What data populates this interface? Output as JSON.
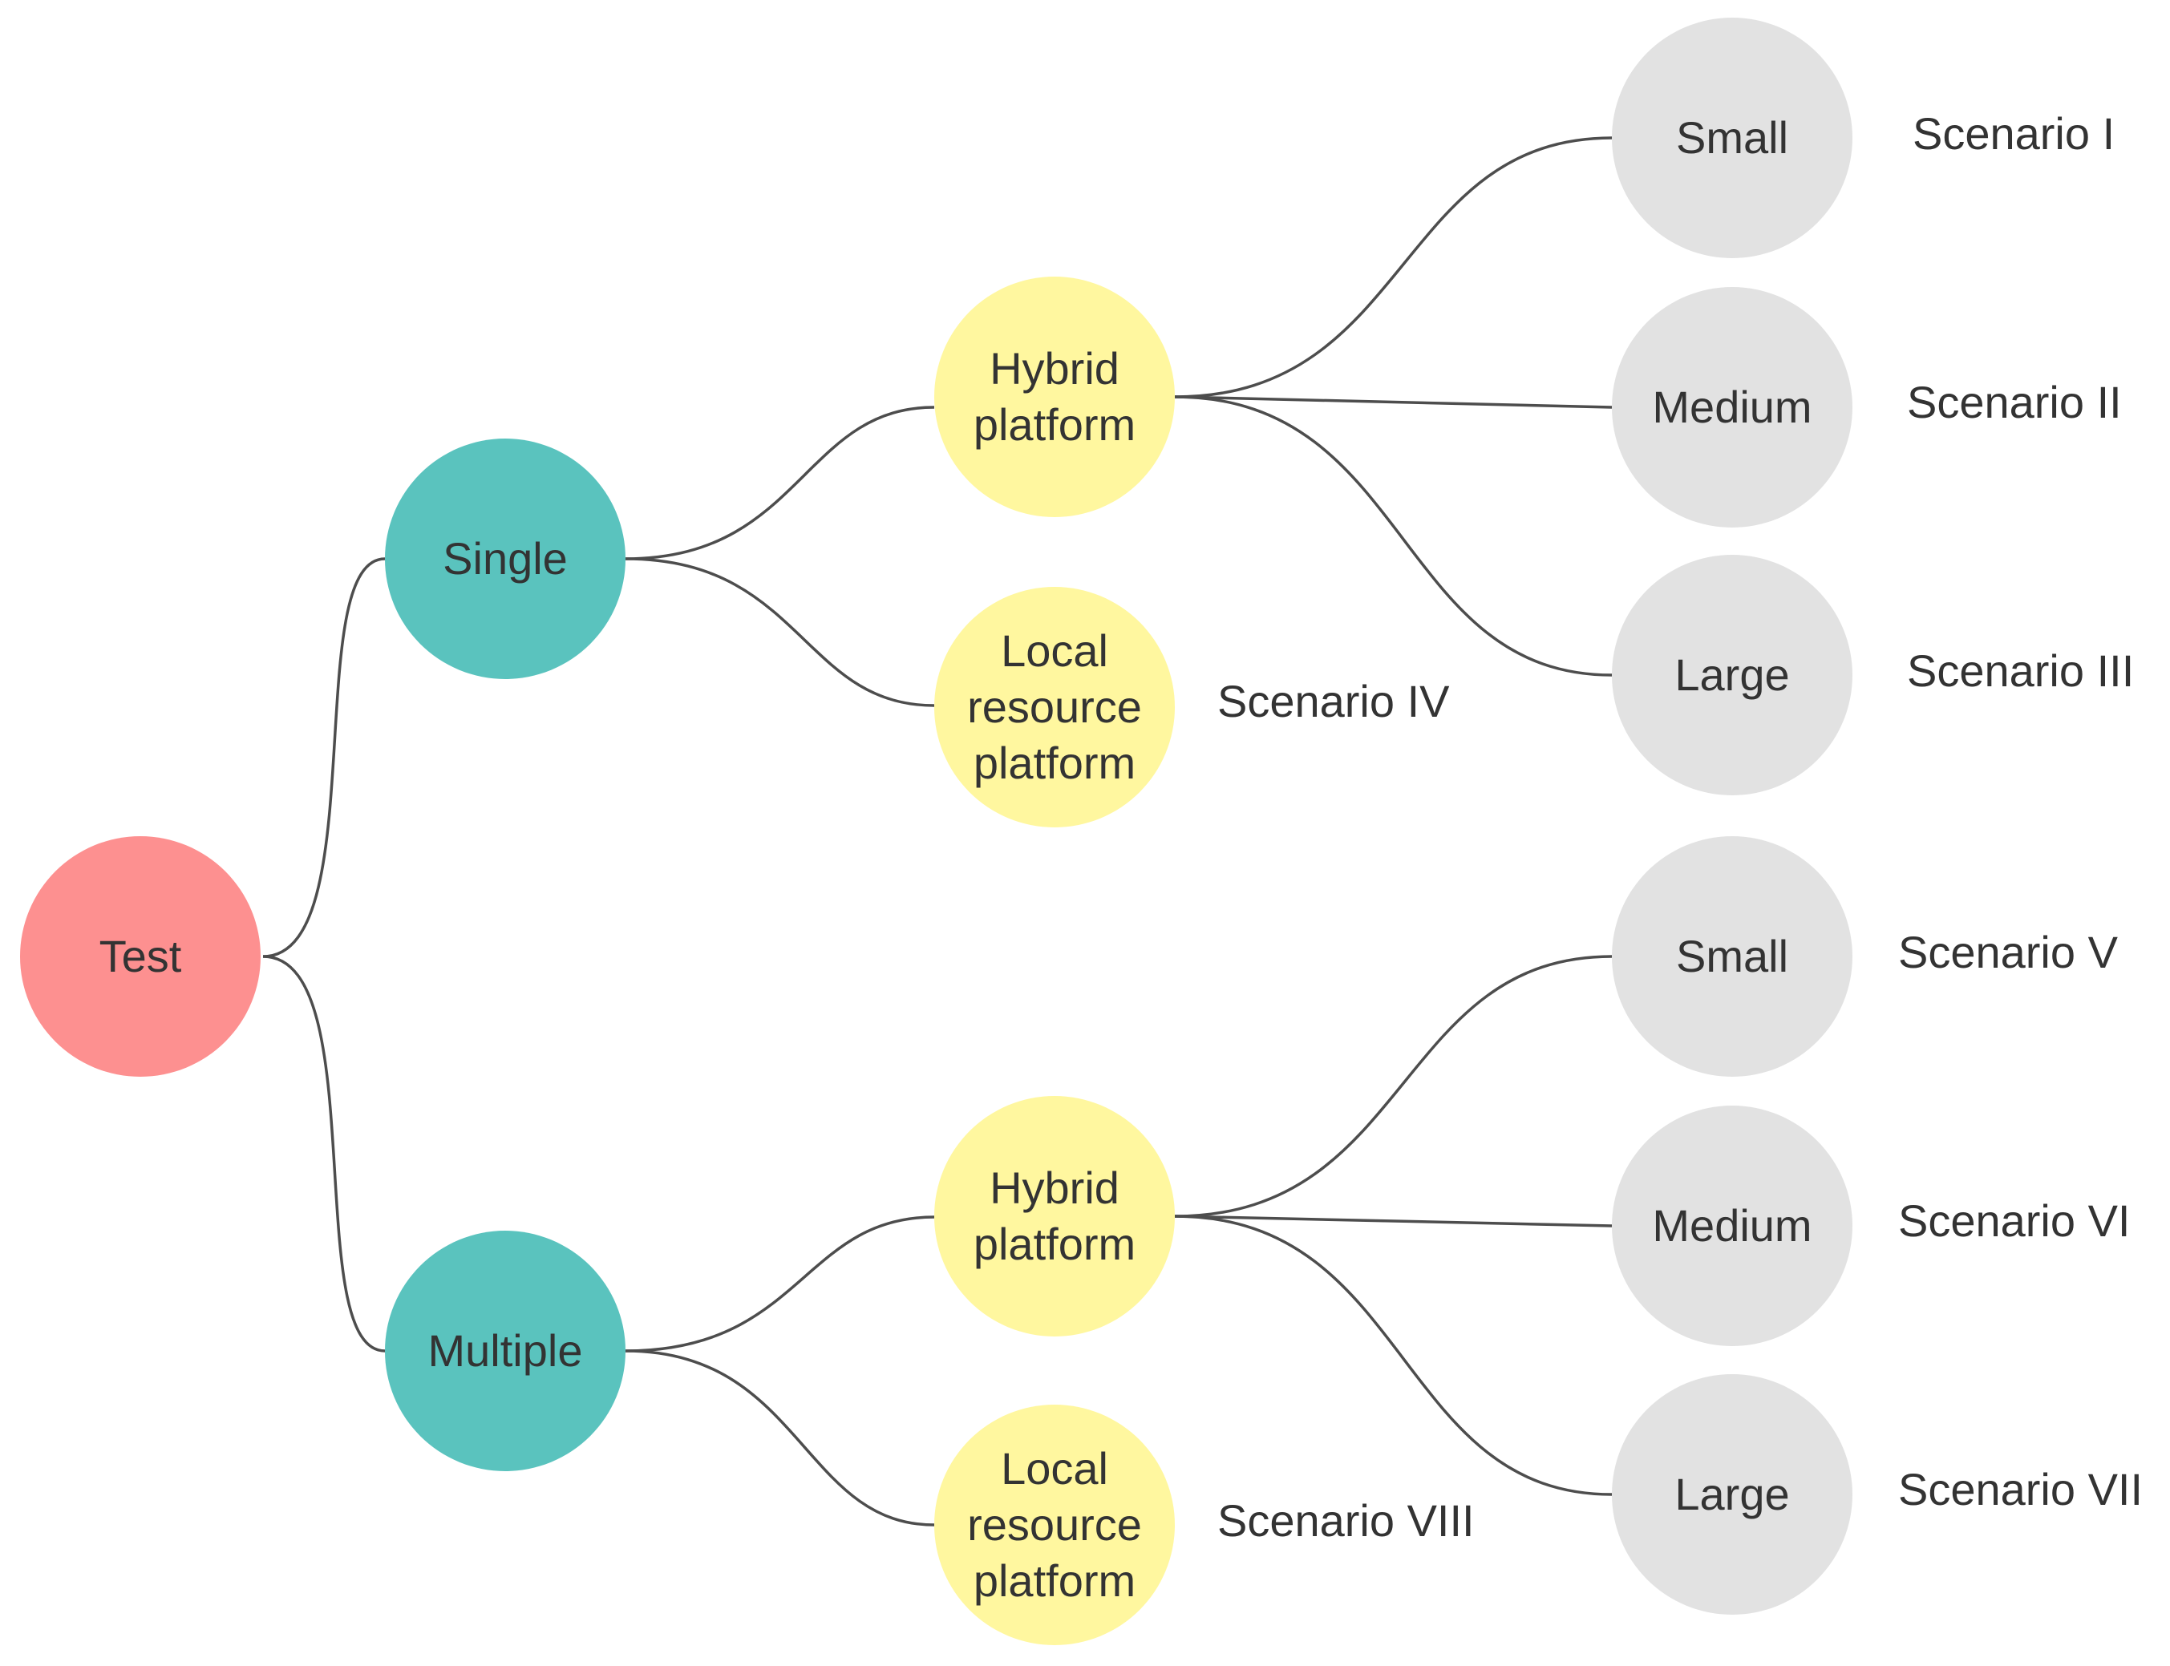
{
  "colors": {
    "root": "#fd9090",
    "level1": "#5ac3be",
    "level2": "#fff79f",
    "level3": "#e2e2e2",
    "edge": "#4d4d4d",
    "text": "#333333"
  },
  "nodes": {
    "test": "Test",
    "single": "Single",
    "multiple": "Multiple",
    "single_hybrid": [
      "Hybrid",
      "platform"
    ],
    "single_local": [
      "Local",
      "resource",
      "platform"
    ],
    "multiple_hybrid": [
      "Hybrid",
      "platform"
    ],
    "multiple_local": [
      "Local",
      "resource",
      "platform"
    ],
    "single_hybrid_small": "Small",
    "single_hybrid_medium": "Medium",
    "single_hybrid_large": "Large",
    "multiple_hybrid_small": "Small",
    "multiple_hybrid_medium": "Medium",
    "multiple_hybrid_large": "Large"
  },
  "scenarios": {
    "s1": "Scenario I",
    "s2": "Scenario II",
    "s3": "Scenario III",
    "s4": "Scenario IV",
    "s5": "Scenario V",
    "s6": "Scenario VI",
    "s7": "Scenario VII",
    "s8": "Scenario VIII"
  }
}
